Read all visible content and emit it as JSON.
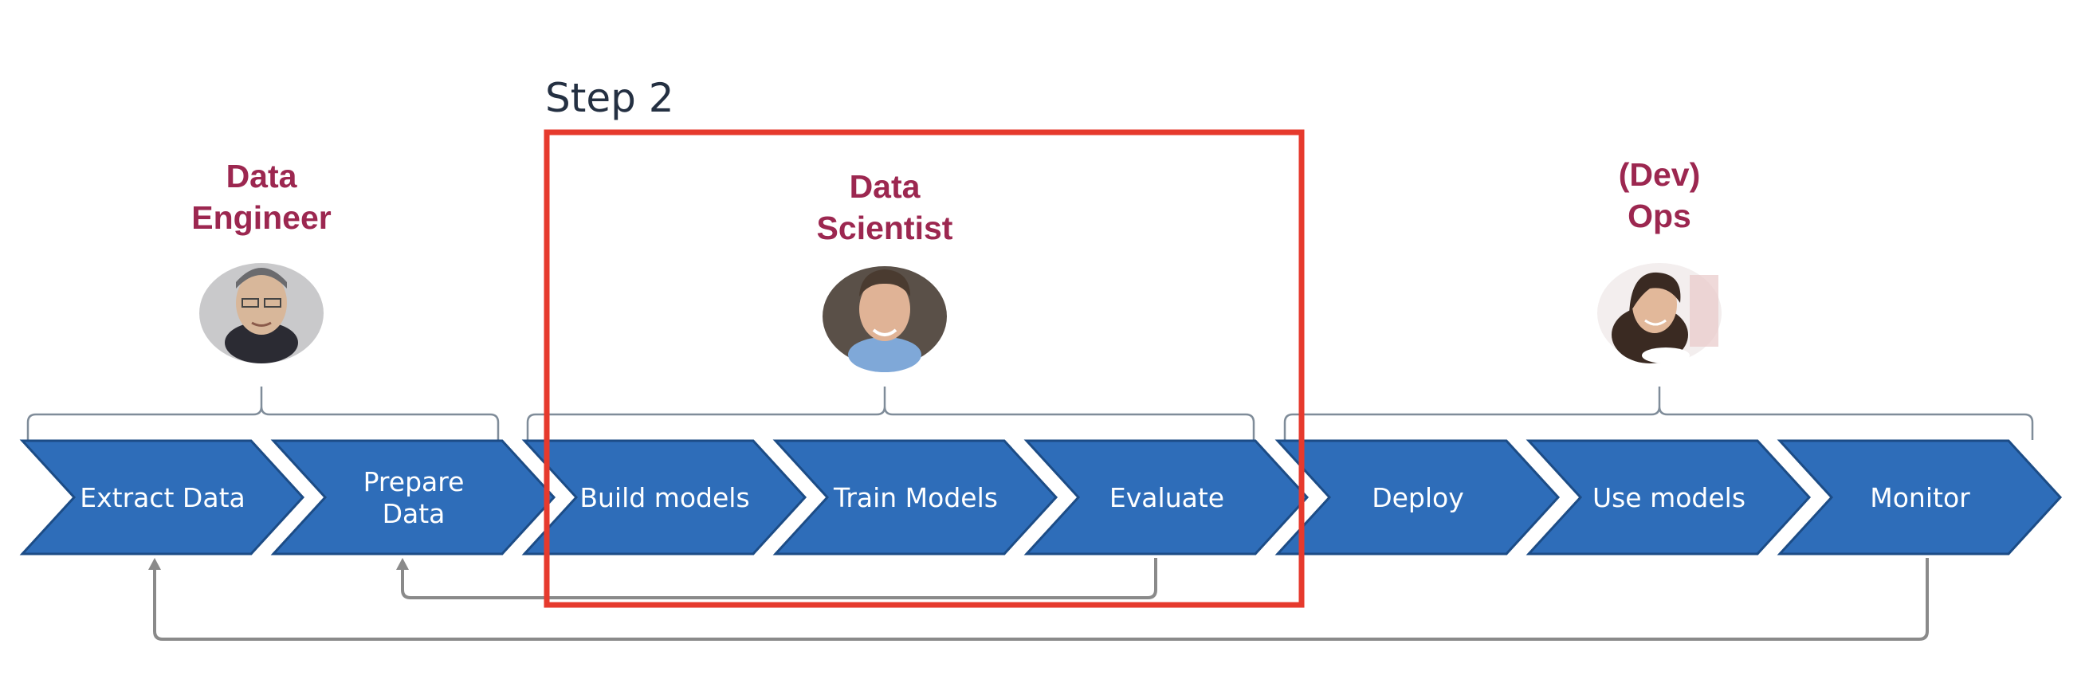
{
  "step_label": "Step 2",
  "roles": [
    {
      "line1": "Data",
      "line2": "Engineer"
    },
    {
      "line1": "Data",
      "line2": "Scientist"
    },
    {
      "line1": "(Dev)",
      "line2": "Ops"
    }
  ],
  "stages": [
    {
      "line1": "Extract Data",
      "line2": ""
    },
    {
      "line1": "Prepare",
      "line2": "Data"
    },
    {
      "line1": "Build models",
      "line2": ""
    },
    {
      "line1": "Train Models",
      "line2": ""
    },
    {
      "line1": "Evaluate",
      "line2": ""
    },
    {
      "line1": "Deploy",
      "line2": ""
    },
    {
      "line1": "Use models",
      "line2": ""
    },
    {
      "line1": "Monitor",
      "line2": ""
    }
  ],
  "colors": {
    "chevron_fill": "#2e6db9",
    "chevron_stroke": "#1c4c86",
    "role_text": "#9c2750",
    "highlight_box": "#e63a2d",
    "bracket": "#7f8c99",
    "feedback_arrow": "#8a8a8a",
    "step_text": "#243042"
  }
}
